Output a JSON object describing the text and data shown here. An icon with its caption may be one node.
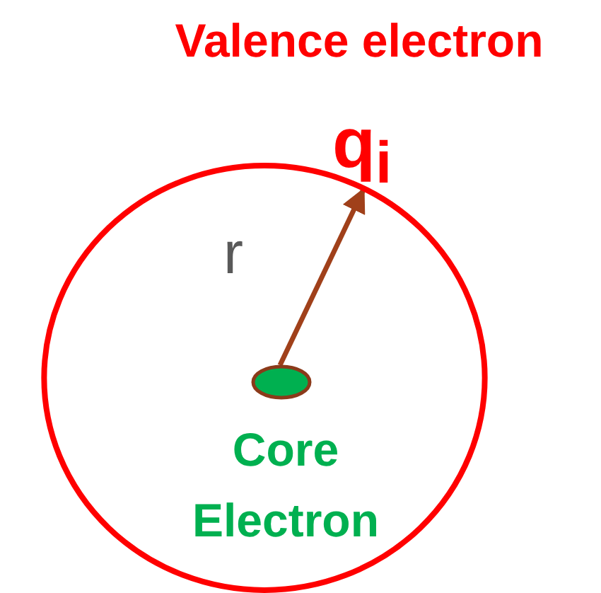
{
  "diagram": {
    "title": "Valence electron",
    "nodes": [
      {
        "text": [],
        "shape": "circle"
      },
      {
        "text": [
          "Core Electron"
        ],
        "in": 0
      },
      {
        "text": [
          "q$_{i}$"
        ]
      }
    ],
    "edges": [
      {
        "from": 1,
        "to": 2,
        "arrow": "to",
        "label": "r"
      }
    ]
  }
}
